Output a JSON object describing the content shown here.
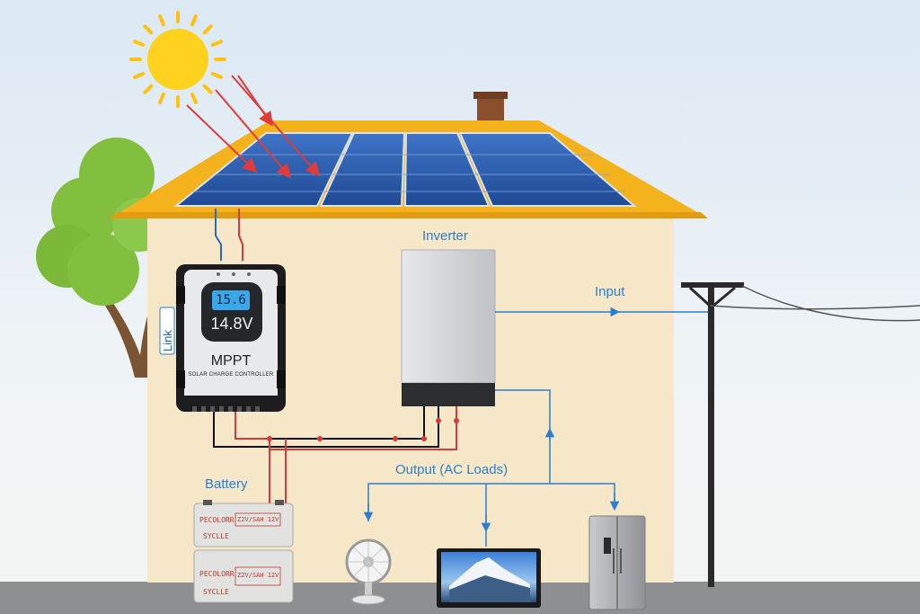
{
  "labels": {
    "inverter": "Inverter",
    "input": "Input",
    "output": "Output (AC Loads)",
    "battery": "Battery",
    "link": "Link"
  },
  "controller": {
    "lcd_value": "15.6",
    "voltage": "14.8V",
    "title": "MPPT",
    "subtitle": "SOLAR CHARGE CONTROLLER"
  },
  "battery": {
    "brand_top": "PECOLORR",
    "brand_bottom": "SYCLLE",
    "spec": "Z2V/SAH 12V"
  },
  "colors": {
    "wire_positive": "#d63a3a",
    "wire_negative": "#111111",
    "ac_line": "#2b7fd0",
    "roof": "#f4b21d",
    "wall": "#f6e7c8",
    "panel": "#2b5bab"
  },
  "icons": [
    "sun-icon",
    "tree-icon",
    "chimney-icon",
    "utility-pole-icon",
    "fan-icon",
    "tv-icon",
    "refrigerator-icon"
  ]
}
